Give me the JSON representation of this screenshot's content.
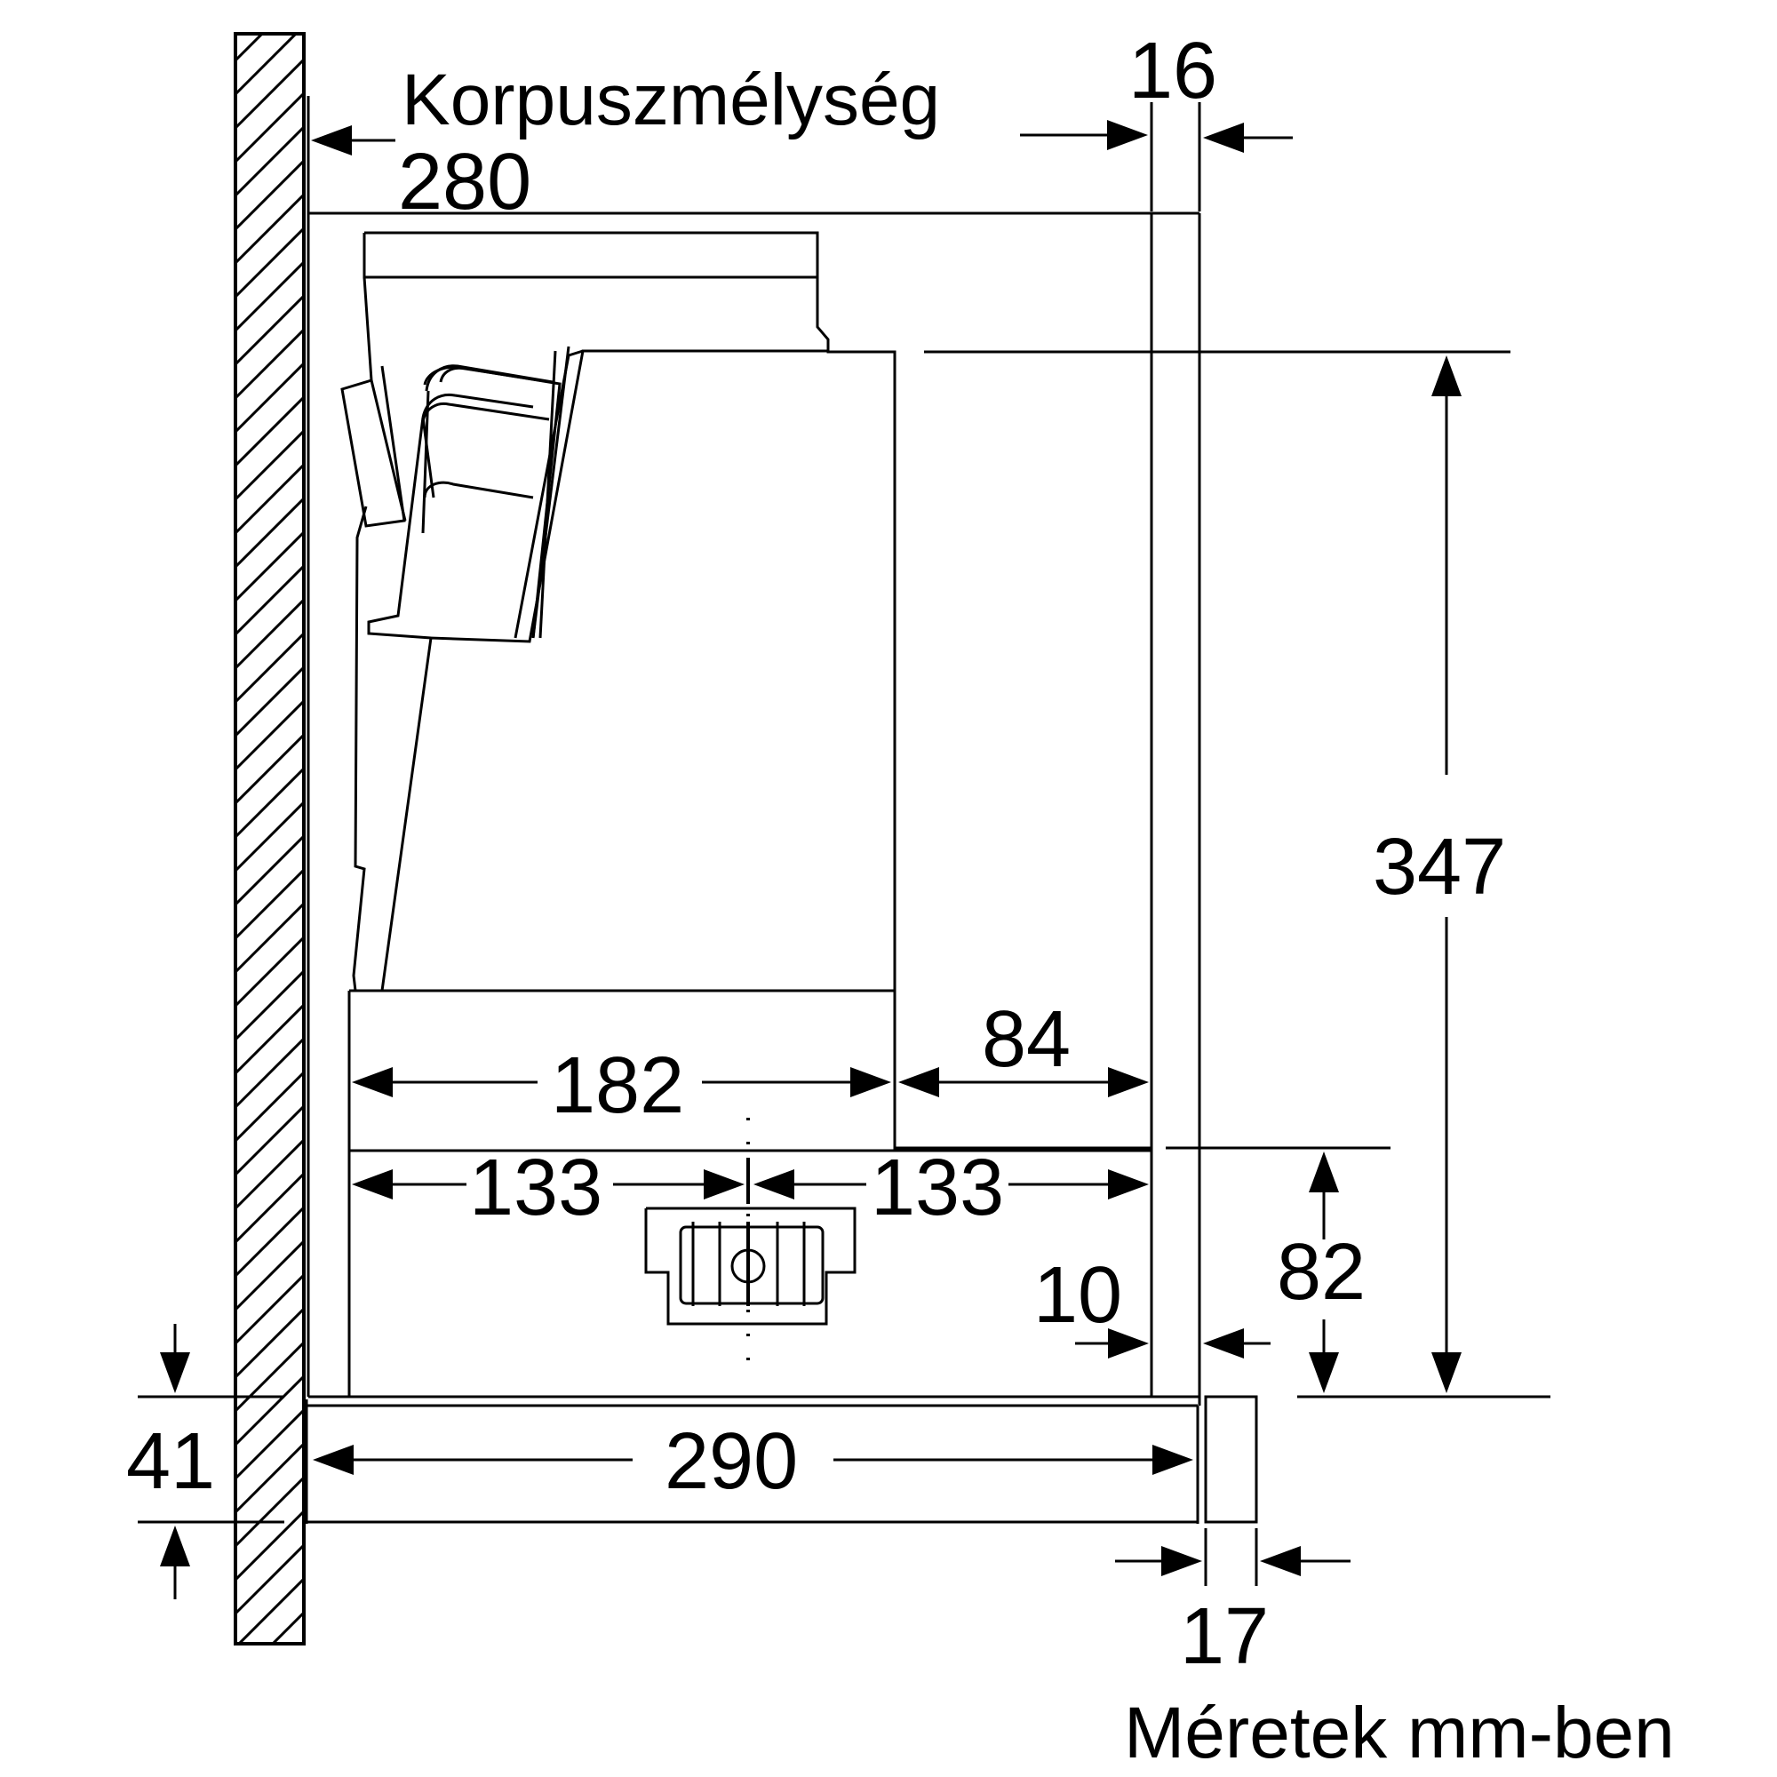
{
  "labels": {
    "body_depth": "Korpuszmélység",
    "units_note": "Méretek mm-ben"
  },
  "dimensions": {
    "body_depth": "280",
    "front_panel": "16",
    "height_total": "347",
    "inner_width": "182",
    "right_section": "84",
    "left_to_center": "133",
    "center_to_right": "133",
    "lower_height": "82",
    "front_gap": "10",
    "bottom_panel": "41",
    "bottom_width": "290",
    "side_panel": "17"
  }
}
